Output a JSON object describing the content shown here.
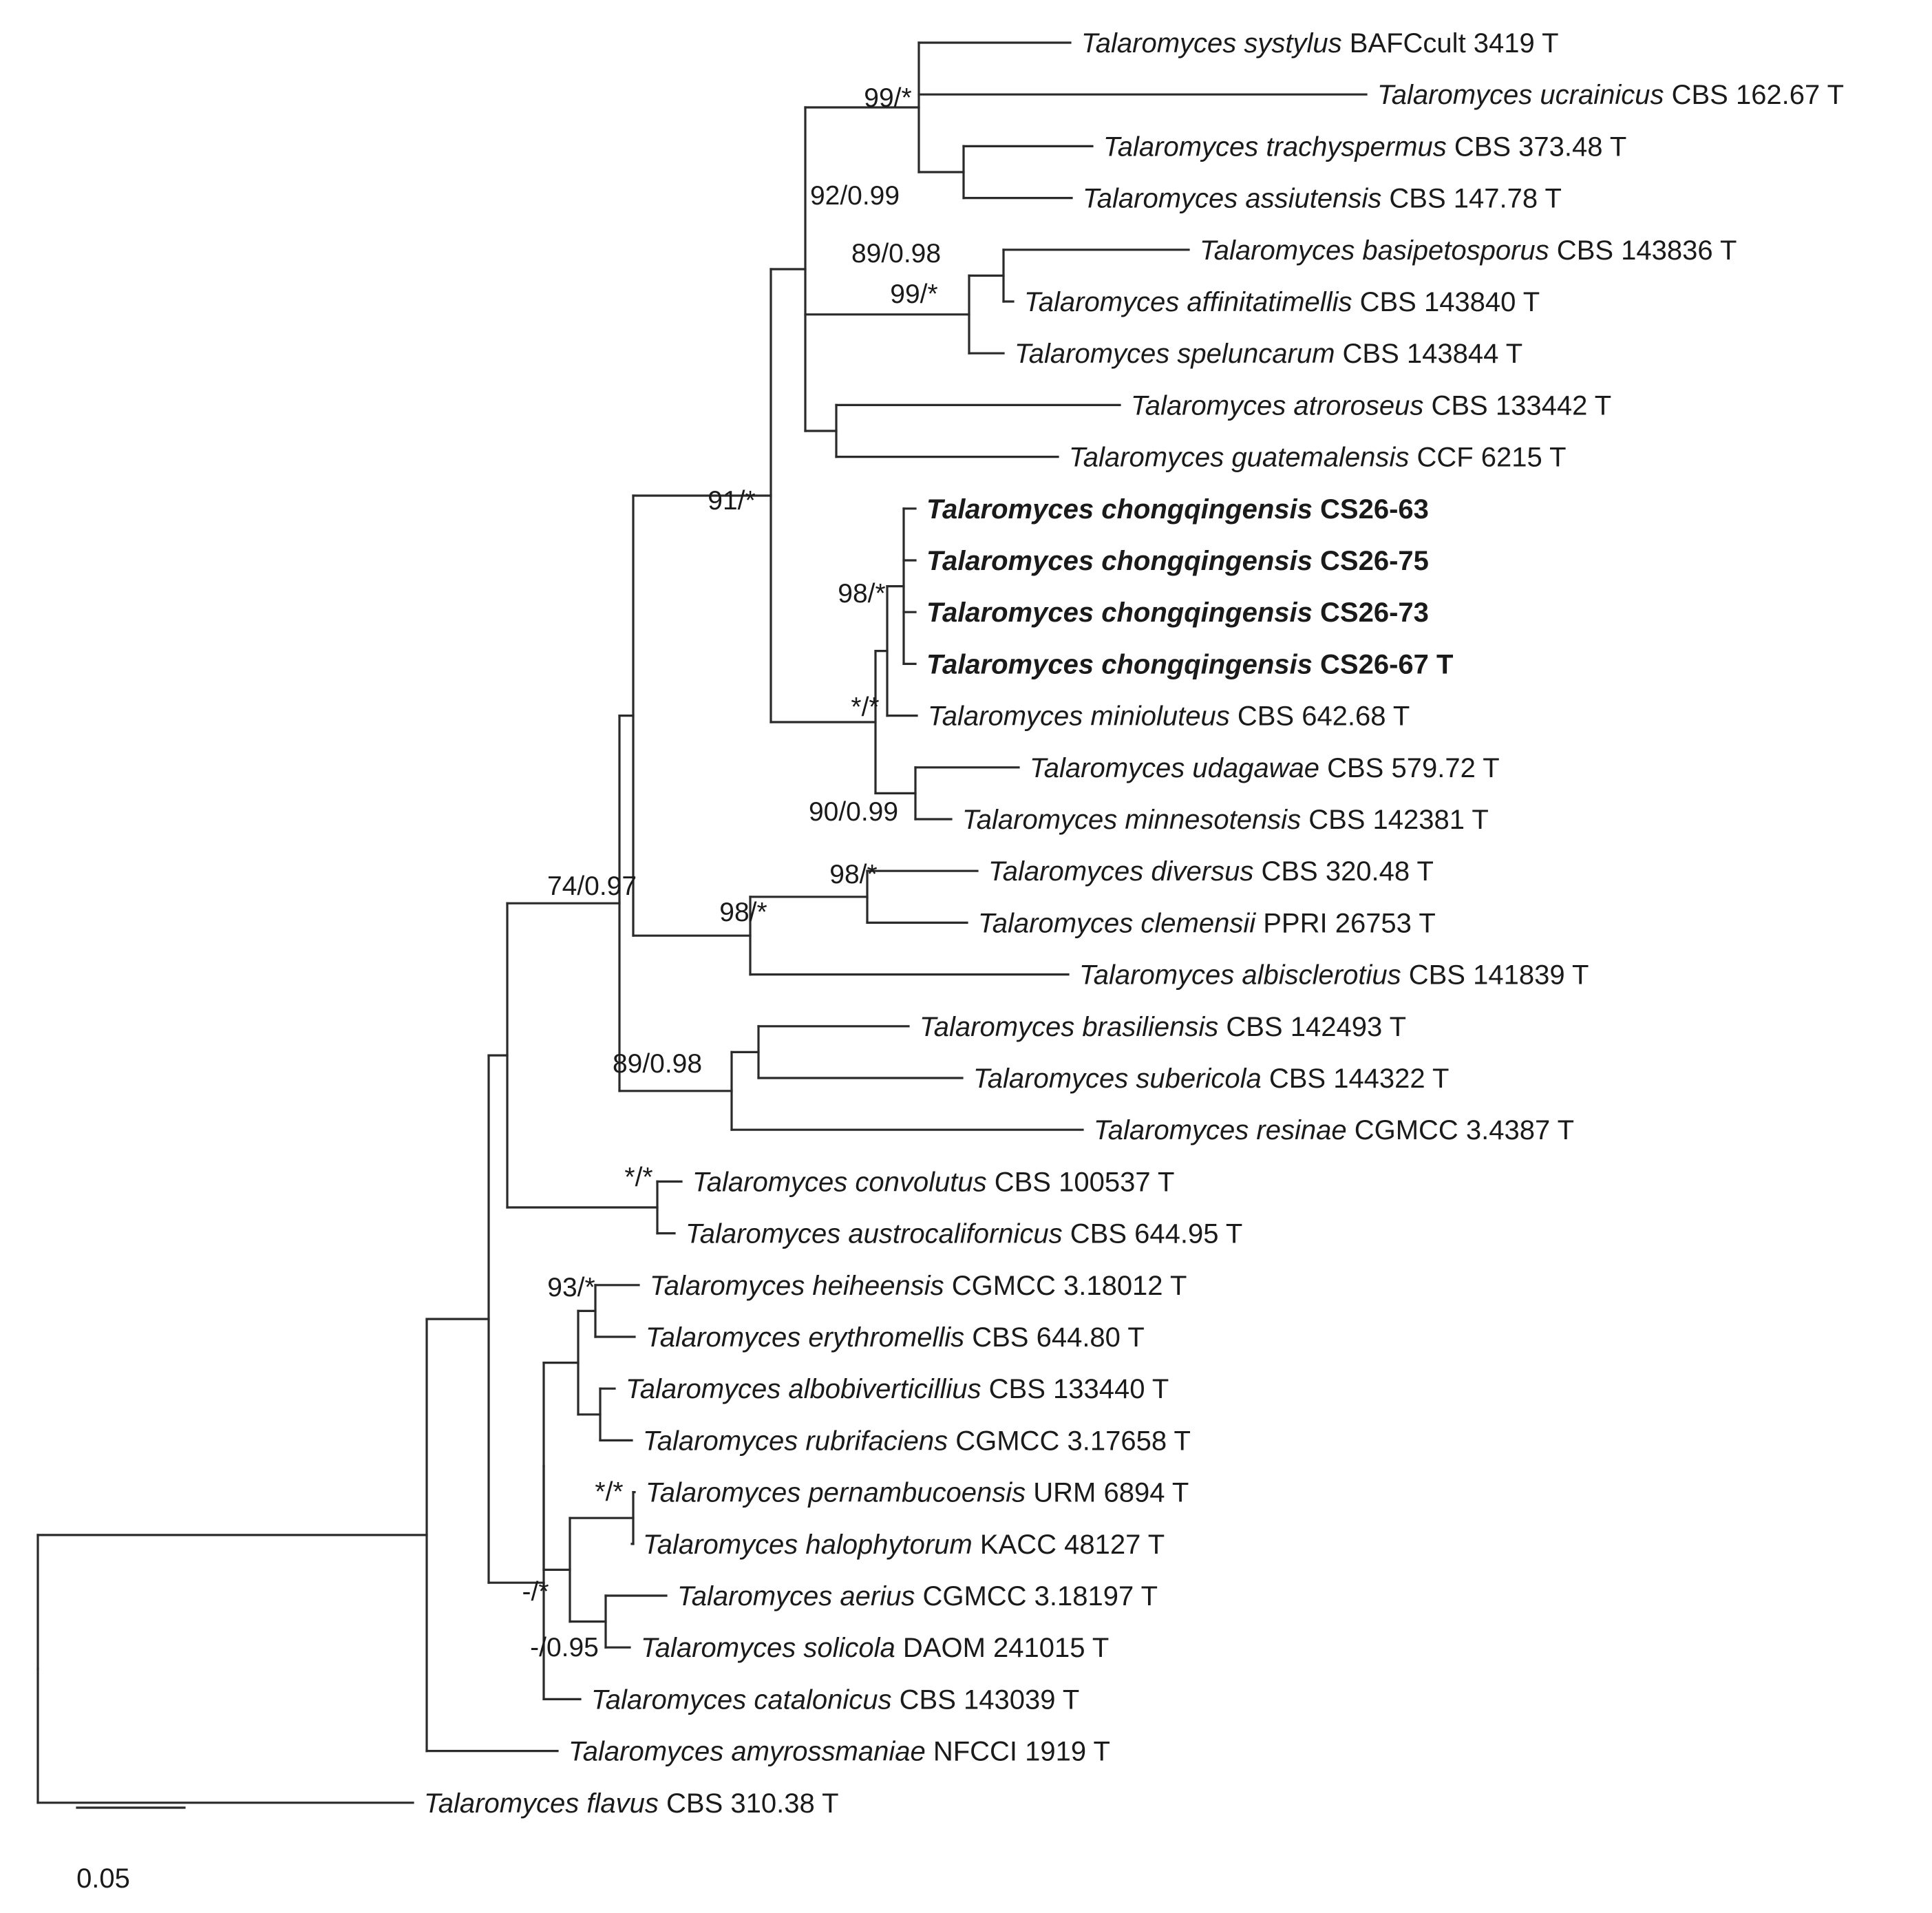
{
  "taxa": [
    {
      "genus": "Talaromyces",
      "species": "systylus",
      "strain": "BAFCcult 3419 T",
      "bold": false
    },
    {
      "genus": "Talaromyces",
      "species": "ucrainicus",
      "strain": "CBS 162.67 T",
      "bold": false
    },
    {
      "genus": "Talaromyces",
      "species": "trachyspermus",
      "strain": "CBS 373.48 T",
      "bold": false
    },
    {
      "genus": "Talaromyces",
      "species": "assiutensis",
      "strain": "CBS 147.78 T",
      "bold": false
    },
    {
      "genus": "Talaromyces",
      "species": "basipetosporus",
      "strain": "CBS 143836 T",
      "bold": false
    },
    {
      "genus": "Talaromyces",
      "species": "affinitatimellis",
      "strain": "CBS 143840 T",
      "bold": false
    },
    {
      "genus": "Talaromyces",
      "species": "speluncarum",
      "strain": "CBS 143844 T",
      "bold": false
    },
    {
      "genus": "Talaromyces",
      "species": "atroroseus",
      "strain": "CBS 133442 T",
      "bold": false
    },
    {
      "genus": "Talaromyces",
      "species": "guatemalensis",
      "strain": "CCF 6215 T",
      "bold": false
    },
    {
      "genus": "Talaromyces",
      "species": "chongqingensis",
      "strain": "CS26-63",
      "bold": true
    },
    {
      "genus": "Talaromyces",
      "species": "chongqingensis",
      "strain": "CS26-75",
      "bold": true
    },
    {
      "genus": "Talaromyces",
      "species": "chongqingensis",
      "strain": "CS26-73",
      "bold": true
    },
    {
      "genus": "Talaromyces",
      "species": "chongqingensis",
      "strain": "CS26-67 T",
      "bold": true
    },
    {
      "genus": "Talaromyces",
      "species": "minioluteus",
      "strain": "CBS 642.68 T",
      "bold": false
    },
    {
      "genus": "Talaromyces",
      "species": "udagawae",
      "strain": "CBS 579.72 T",
      "bold": false
    },
    {
      "genus": "Talaromyces",
      "species": "minnesotensis",
      "strain": "CBS 142381 T",
      "bold": false
    },
    {
      "genus": "Talaromyces",
      "species": "diversus",
      "strain": "CBS 320.48 T",
      "bold": false
    },
    {
      "genus": "Talaromyces",
      "species": "clemensii",
      "strain": "PPRI 26753 T",
      "bold": false
    },
    {
      "genus": "Talaromyces",
      "species": "albisclerotius",
      "strain": "CBS 141839 T",
      "bold": false
    },
    {
      "genus": "Talaromyces",
      "species": "brasiliensis",
      "strain": "CBS 142493 T",
      "bold": false
    },
    {
      "genus": "Talaromyces",
      "species": "subericola",
      "strain": "CBS 144322 T",
      "bold": false
    },
    {
      "genus": "Talaromyces",
      "species": "resinae",
      "strain": "CGMCC 3.4387 T",
      "bold": false
    },
    {
      "genus": "Talaromyces",
      "species": "convolutus",
      "strain": "CBS 100537 T",
      "bold": false
    },
    {
      "genus": "Talaromyces",
      "species": "austrocalifornicus",
      "strain": "CBS 644.95 T",
      "bold": false
    },
    {
      "genus": "Talaromyces",
      "species": "heiheensis",
      "strain": "CGMCC 3.18012 T",
      "bold": false
    },
    {
      "genus": "Talaromyces",
      "species": "erythromellis",
      "strain": "CBS 644.80 T",
      "bold": false
    },
    {
      "genus": "Talaromyces",
      "species": "albobiverticillius",
      "strain": "CBS 133440 T",
      "bold": false
    },
    {
      "genus": "Talaromyces",
      "species": "rubrifaciens",
      "strain": "CGMCC 3.17658 T",
      "bold": false
    },
    {
      "genus": "Talaromyces",
      "species": "pernambucoensis",
      "strain": "URM 6894 T",
      "bold": false
    },
    {
      "genus": "Talaromyces",
      "species": "halophytorum",
      "strain": "KACC 48127 T",
      "bold": false
    },
    {
      "genus": "Talaromyces",
      "species": "aerius",
      "strain": "CGMCC 3.18197 T",
      "bold": false
    },
    {
      "genus": "Talaromyces",
      "species": "solicola",
      "strain": "DAOM 241015 T",
      "bold": false
    },
    {
      "genus": "Talaromyces",
      "species": "catalonicus",
      "strain": "CBS 143039 T",
      "bold": false
    },
    {
      "genus": "Talaromyces",
      "species": "amyrossmaniae",
      "strain": "NFCCI 1919 T",
      "bold": false
    },
    {
      "genus": "Talaromyces",
      "species": "flavus",
      "strain": "CBS 310.38 T",
      "bold": false
    }
  ],
  "support_values": [
    "99/*",
    "92/0.99",
    "89/0.98",
    "99/*",
    "91/*",
    "98/*",
    "*/*",
    "90/0.99",
    "74/0.97",
    "98/*",
    "98/*",
    "89/0.98",
    "*/*",
    "93/*",
    "*/*",
    "-/*",
    "-/0.95"
  ],
  "scale_bar": {
    "label": "0.05"
  },
  "colors": {
    "line": "#2a2a2a",
    "text": "#1a1a1a"
  }
}
